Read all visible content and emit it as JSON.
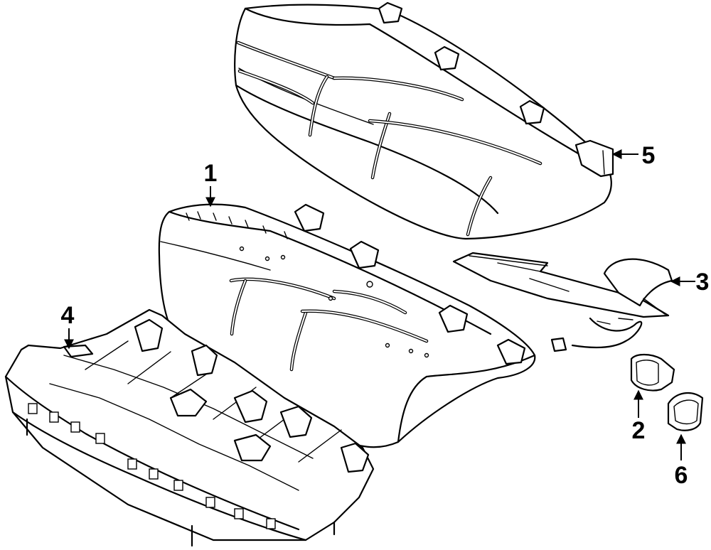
{
  "callouts": {
    "c1": {
      "label": "1"
    },
    "c2": {
      "label": "2"
    },
    "c3": {
      "label": "3"
    },
    "c4": {
      "label": "4"
    },
    "c5": {
      "label": "5"
    },
    "c6": {
      "label": "6"
    }
  }
}
